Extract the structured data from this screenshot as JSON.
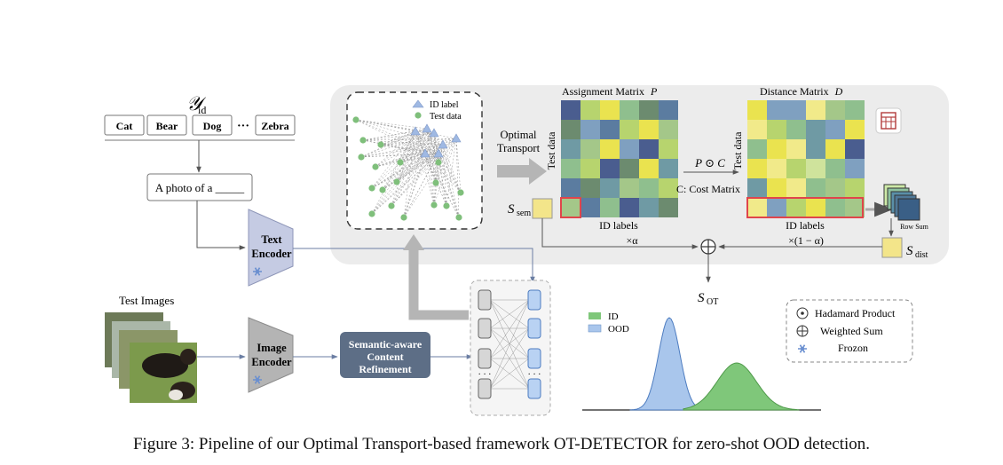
{
  "y_id": {
    "main": "𝒴",
    "sub": "id"
  },
  "classes": [
    "Cat",
    "Bear",
    "Dog",
    "Zebra"
  ],
  "ellipsis": "···",
  "prompt": "A photo of  a _____",
  "text_encoder": [
    "Text",
    "Encoder"
  ],
  "image_encoder": [
    "Image",
    "Encoder"
  ],
  "test_images_label": "Test Images",
  "refinement": [
    "Semantic-aware",
    "Content",
    "Refinement"
  ],
  "scatter_legend": {
    "id": "ID label",
    "test": "Test data"
  },
  "optimal_transport": [
    "Optimal",
    "Transport"
  ],
  "assignment": {
    "title": "Assignment Matrix",
    "symbol": "P"
  },
  "distance": {
    "title": "Distance Matrix",
    "symbol": "D"
  },
  "axis_test": "Test data",
  "axis_id": "ID labels",
  "product_label": "P ⊙ C",
  "cost_label": "C: Cost Matrix",
  "s_sem": {
    "main": "S",
    "sub": "sem"
  },
  "s_dist": {
    "main": "S",
    "sub": "dist"
  },
  "s_ot": {
    "main": "S",
    "sub": "OT"
  },
  "alpha": "×α",
  "one_minus_alpha": "×(1 − α)",
  "row_sum": "Row Sum",
  "dist_legend": {
    "id": "ID",
    "ood": "OOD"
  },
  "legend": {
    "hadamard": "Hadamard Product",
    "weighted": "Weighted Sum",
    "frozen": "Frozon"
  },
  "caption": {
    "prefix": "Figure 3: Pipeline of our Optimal Transport-based framework OT-",
    "sc": "DETECTOR",
    "suffix": " for zero-shot OOD detection."
  },
  "colors": {
    "text_enc": "#c5cbe3",
    "img_enc": "#b4b4b4",
    "refine": "#5d6e86",
    "id_green": "#7fc77a",
    "ood_blue": "#a9c6ec",
    "panel": "#ececec"
  }
}
